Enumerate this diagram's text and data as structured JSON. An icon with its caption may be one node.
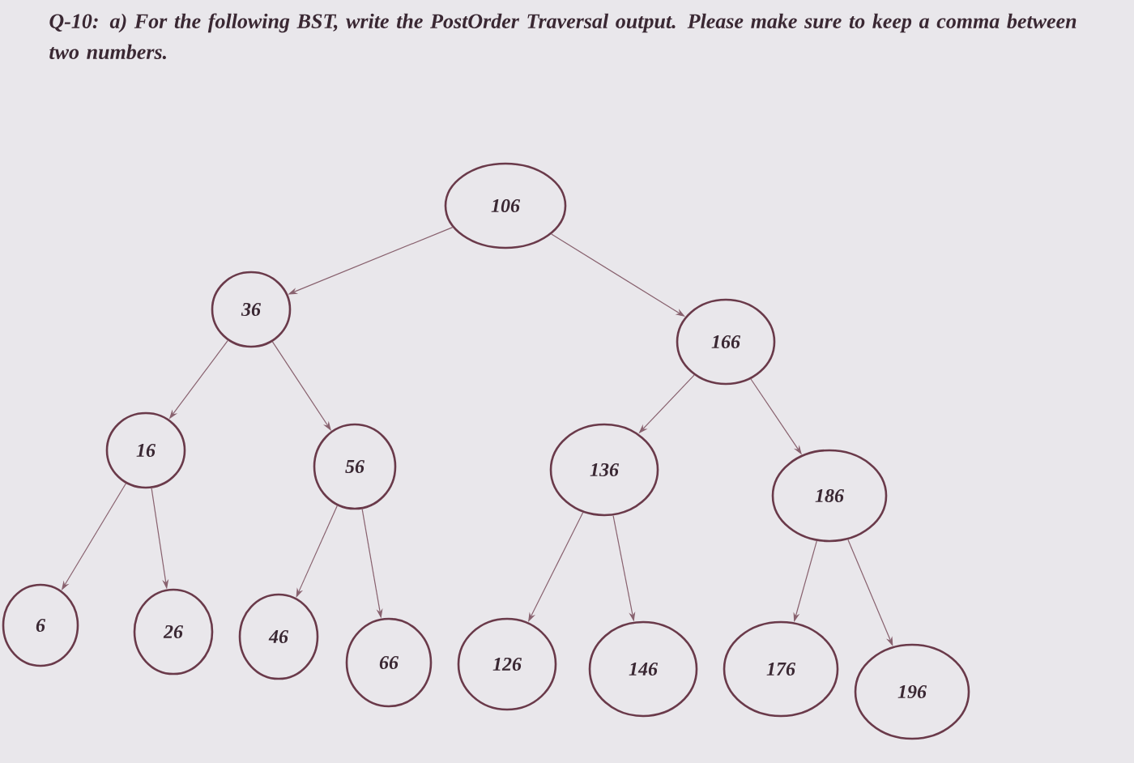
{
  "diagram": {
    "title": "Q-10: a) For the following BST, write the PostOrder Traversal output. Please make sure to keep a comma between two numbers.",
    "nodes": [
      {
        "text": [
          "106"
        ]
      },
      {
        "text": [
          "36"
        ]
      },
      {
        "text": [
          "166"
        ]
      },
      {
        "text": [
          "16"
        ]
      },
      {
        "text": [
          "56"
        ]
      },
      {
        "text": [
          "136"
        ]
      },
      {
        "text": [
          "186"
        ]
      },
      {
        "text": [
          "6"
        ]
      },
      {
        "text": [
          "26"
        ]
      },
      {
        "text": [
          "46"
        ]
      },
      {
        "text": [
          "66"
        ]
      },
      {
        "text": [
          "126"
        ]
      },
      {
        "text": [
          "146"
        ]
      },
      {
        "text": [
          "176"
        ]
      },
      {
        "text": [
          "196"
        ]
      }
    ],
    "edges": [
      {
        "from": 0,
        "to": 1,
        "arrow": "to"
      },
      {
        "from": 0,
        "to": 2,
        "arrow": "to"
      },
      {
        "from": 1,
        "to": 3,
        "arrow": "to"
      },
      {
        "from": 1,
        "to": 4,
        "arrow": "to"
      },
      {
        "from": 2,
        "to": 5,
        "arrow": "to"
      },
      {
        "from": 2,
        "to": 6,
        "arrow": "to"
      },
      {
        "from": 3,
        "to": 7,
        "arrow": "to"
      },
      {
        "from": 3,
        "to": 8,
        "arrow": "to"
      },
      {
        "from": 4,
        "to": 9,
        "arrow": "to"
      },
      {
        "from": 4,
        "to": 10,
        "arrow": "to"
      },
      {
        "from": 5,
        "to": 11,
        "arrow": "to"
      },
      {
        "from": 5,
        "to": 12,
        "arrow": "to"
      },
      {
        "from": 6,
        "to": 13,
        "arrow": "to"
      },
      {
        "from": 6,
        "to": 14,
        "arrow": "to"
      }
    ]
  }
}
